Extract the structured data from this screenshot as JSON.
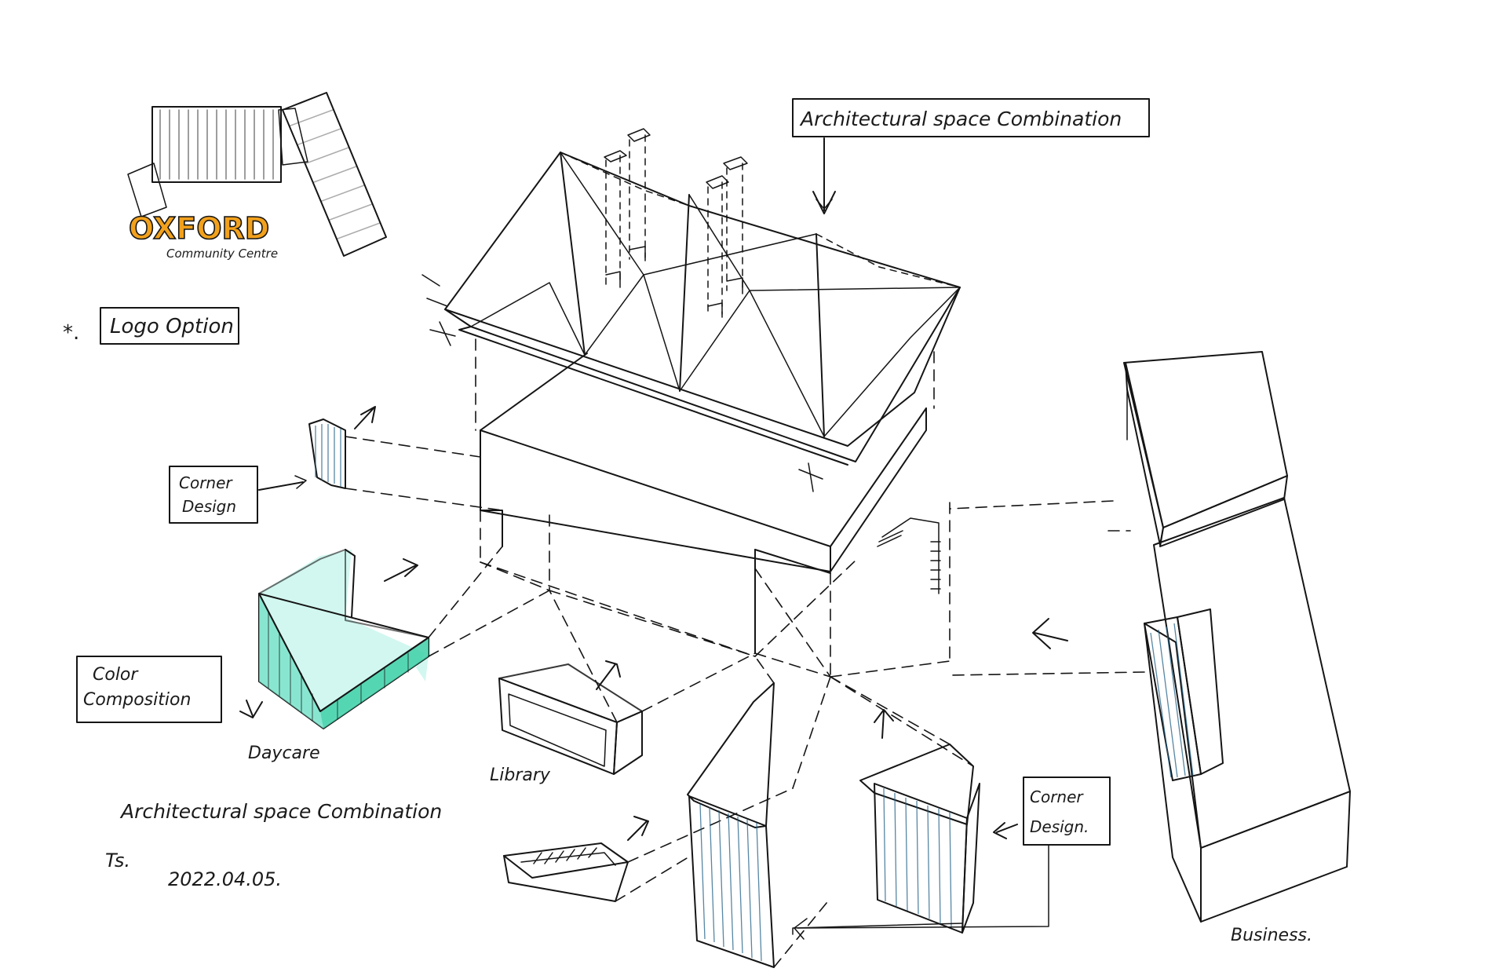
{
  "logo": {
    "wordmark": "OXFORD",
    "tagline": "Community Centre",
    "colors": {
      "blue": "#2bbde6",
      "green": "#5fdc3c",
      "yellow": "#f3ee21",
      "pink": "#f570c8",
      "orange": "#f2a11c"
    }
  },
  "labels": {
    "logo_option": "Logo Option",
    "logo_option_marker": "*.",
    "title_box": "Architectural space Combination",
    "corner_design_left_line1": "Corner",
    "corner_design_left_line2": "Design",
    "color_composition_line1": "Color",
    "color_composition_line2": "Composition",
    "corner_design_right_line1": "Corner",
    "corner_design_right_line2": "Design."
  },
  "module_names": {
    "daycare": "Daycare",
    "library": "Library",
    "business": "Business."
  },
  "signature": {
    "caption": "Architectural space Combination",
    "initials": "Ts.",
    "date": "2022.04.05."
  },
  "colors": {
    "ink": "#151515",
    "daycare_fill": "#7fe8d3",
    "library_red": "#d9404a",
    "library_blue": "#8fd6ef",
    "panel_blue": "#5cc3e6",
    "grey_fill": "#c9c9c9"
  }
}
